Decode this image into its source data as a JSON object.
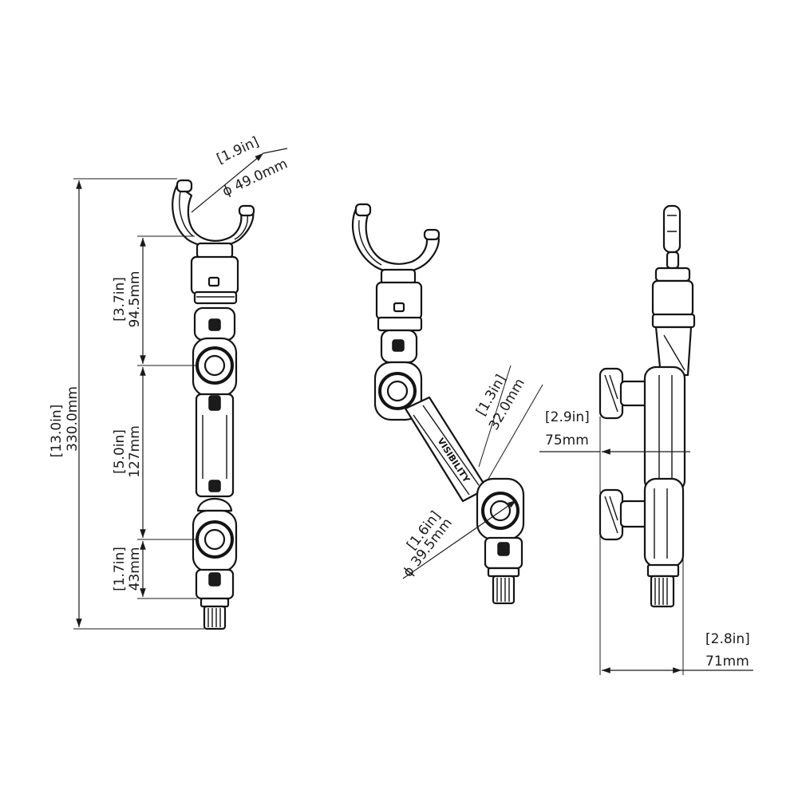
{
  "front_view": {
    "clamp_diameter": {
      "inches": "[1.9in]",
      "mm": "ϕ 49.0mm"
    },
    "top_section": {
      "inches": "[3.7in]",
      "mm": "94.5mm"
    },
    "overall_height": {
      "inches": "[13.0in]",
      "mm": "330.0mm"
    },
    "arm_section": {
      "inches": "[5.0in]",
      "mm": "127mm"
    },
    "base_section": {
      "inches": "[1.7in]",
      "mm": "43mm"
    }
  },
  "angled_view": {
    "arm_width": {
      "inches": "[1.3in]",
      "mm": "32.0mm"
    },
    "knob_diameter": {
      "inches": "[1.6in]",
      "mm": "ϕ 39.5mm"
    }
  },
  "side_view": {
    "knob_offset": {
      "inches": "[2.9in]",
      "mm": "75mm"
    },
    "depth": {
      "inches": "[2.8in]",
      "mm": "71mm"
    }
  },
  "product": {
    "arm_logo_text": "VISIBILITY"
  }
}
